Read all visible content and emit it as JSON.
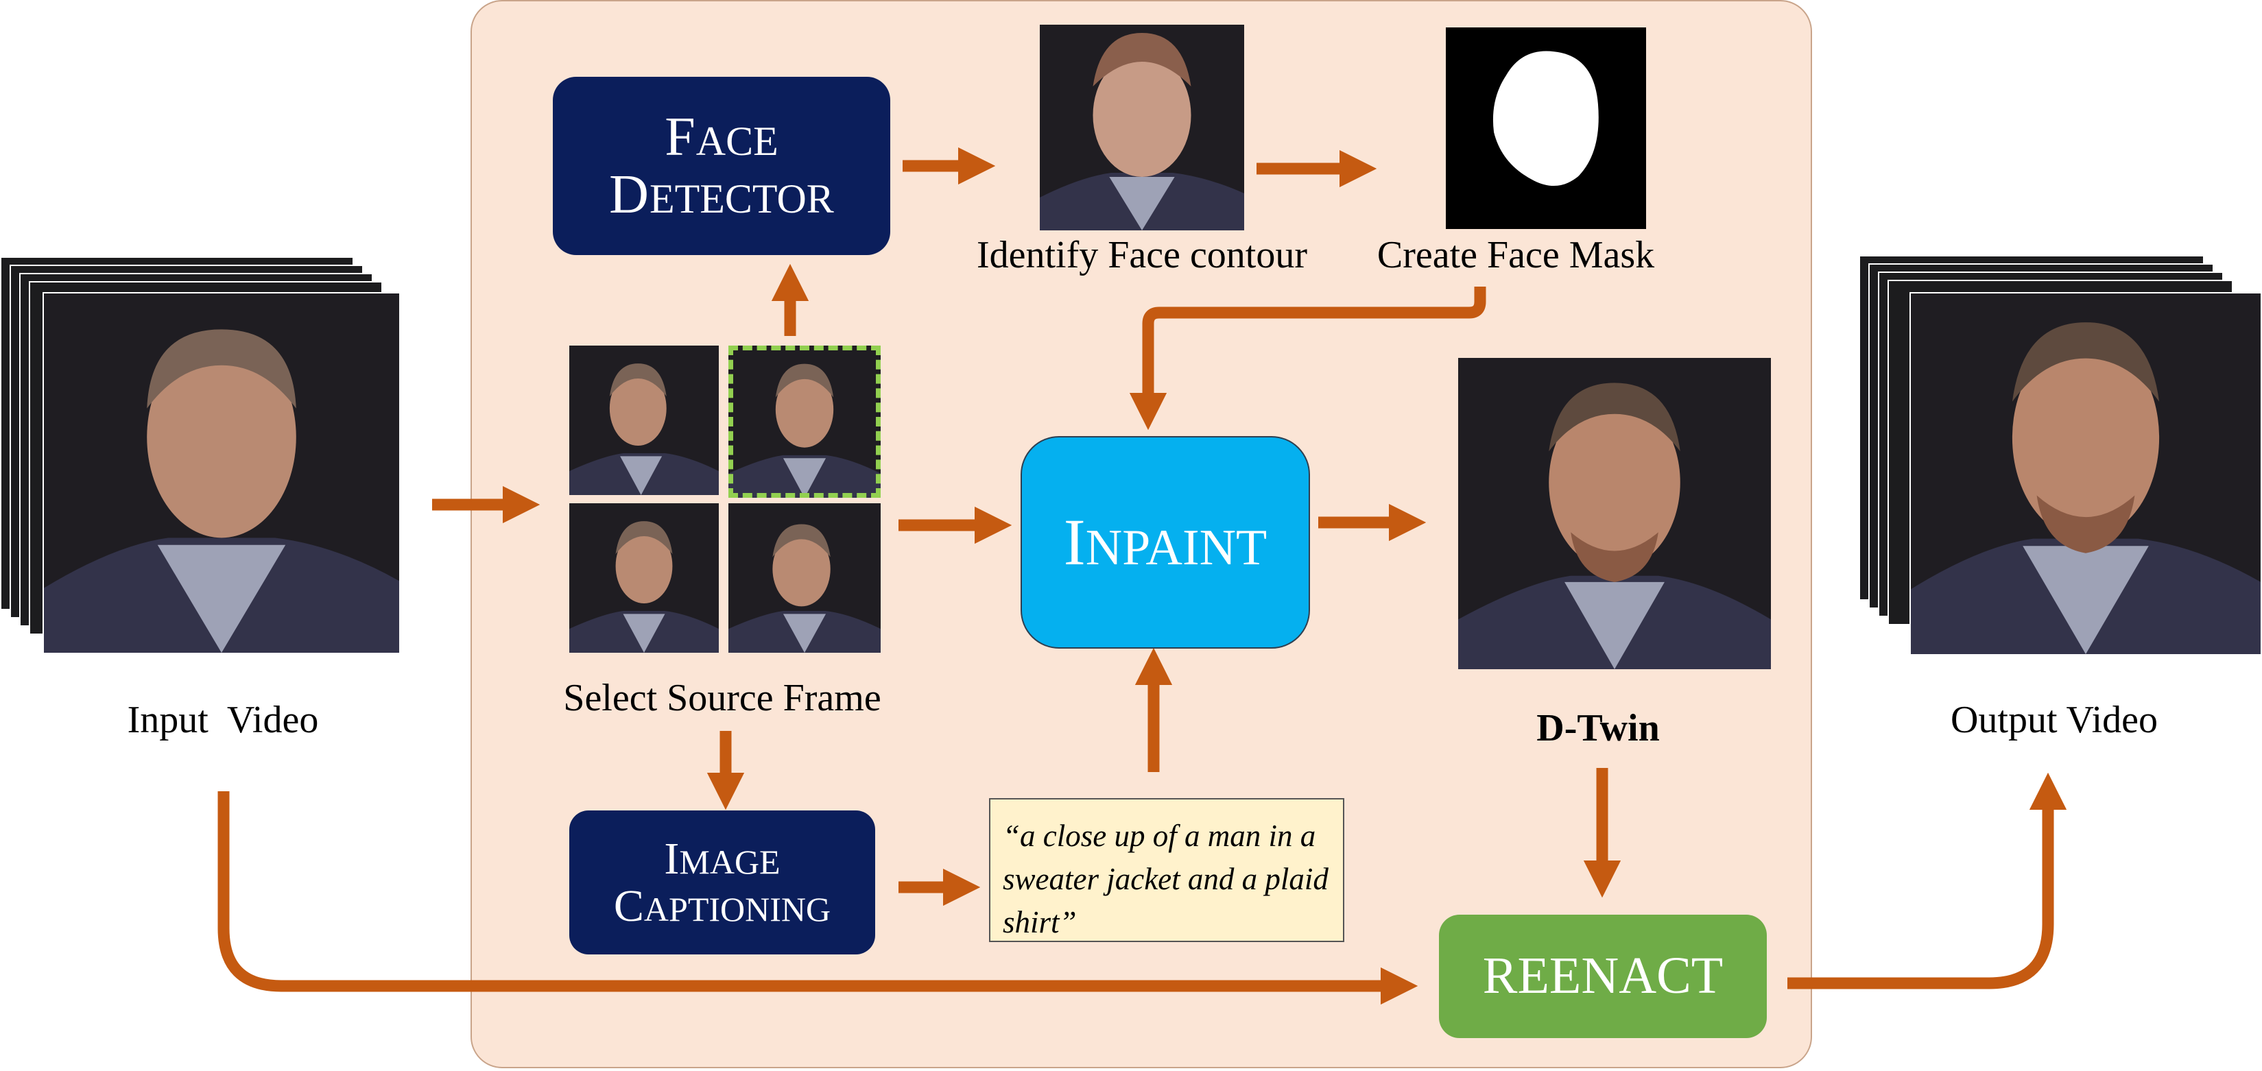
{
  "colors": {
    "panel_background": "#fbe5d6",
    "arrow": "#c55a11",
    "navy_box": "#0b1e5b",
    "inpaint_box": "#05b0ef",
    "reenact_box": "#6fac47",
    "caption_box": "#fff2cc",
    "selected_frame_border": "#92d050"
  },
  "nodes": {
    "face_detector": {
      "line1_cap": "F",
      "line1_rest": "ACE",
      "line2_cap": "D",
      "line2_rest": "ETECTOR"
    },
    "image_captioning": {
      "line1_cap": "I",
      "line1_rest": "MAGE",
      "line2_cap": "C",
      "line2_rest": "APTIONING"
    },
    "inpaint": {
      "cap": "I",
      "rest": "NPAINT"
    },
    "reenact": {
      "label": "REENACT"
    }
  },
  "labels": {
    "input_video": "Input  Video",
    "output_video": "Output Video",
    "identify_face_contour": "Identify Face contour",
    "create_face_mask": "Create Face Mask",
    "select_source_frame": "Select Source Frame",
    "d_twin": "D-Twin"
  },
  "caption_text": "“a close up of a man in a sweater jacket and a plaid shirt”",
  "icons": {
    "input_stack": "video-frame-stack-icon",
    "output_stack": "video-frame-stack-icon",
    "face_mask": "face-mask-icon"
  }
}
